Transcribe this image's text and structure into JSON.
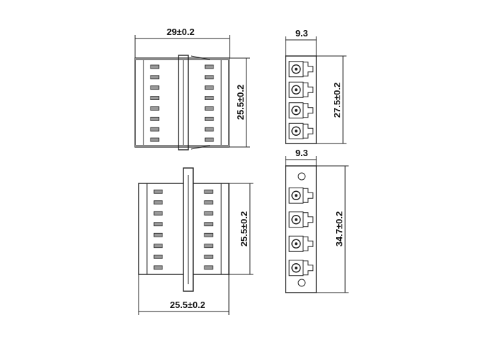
{
  "drawing": {
    "top_front_view": {
      "width_label": "29±0.2",
      "height_label": "25.5±0.2"
    },
    "top_side_view": {
      "width_label": "9.3",
      "height_label": "27.5±0.2"
    },
    "bottom_front_view": {
      "width_label": "25.5±0.2",
      "height_label": "25.5±0.2"
    },
    "bottom_side_view": {
      "width_label": "9.3",
      "height_label": "34.7±0.2"
    },
    "port_count": 4
  }
}
